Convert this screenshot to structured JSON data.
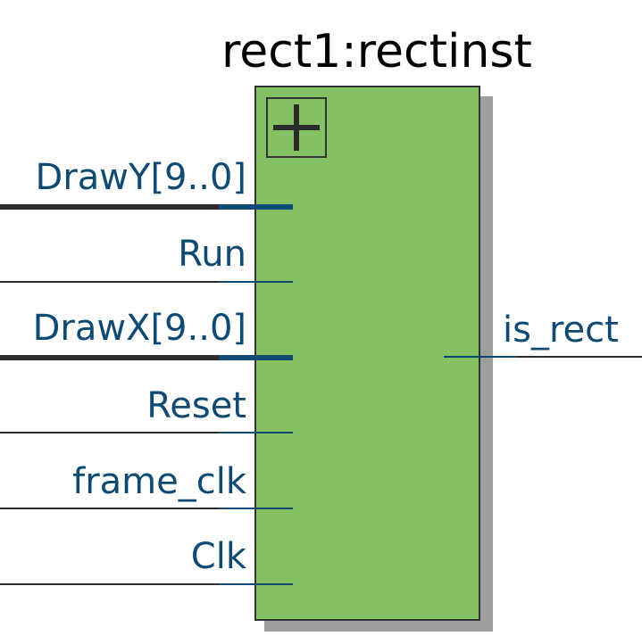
{
  "block": {
    "title": "rect1:rectinst",
    "fill_color": "#84c162",
    "border_color": "#333333",
    "shadow_color": "#9e9e9e",
    "expand_icon": "plus-icon"
  },
  "ports": {
    "inputs": [
      {
        "label": "DrawY[9..0]",
        "bus": true
      },
      {
        "label": "Run",
        "bus": false
      },
      {
        "label": "DrawX[9..0]",
        "bus": true
      },
      {
        "label": "Reset",
        "bus": false
      },
      {
        "label": "frame_clk",
        "bus": false
      },
      {
        "label": "Clk",
        "bus": false
      }
    ],
    "outputs": [
      {
        "label": "is_rect",
        "bus": false
      }
    ]
  },
  "colors": {
    "label": "#0f4a73",
    "wire": "#2b2b2b"
  }
}
